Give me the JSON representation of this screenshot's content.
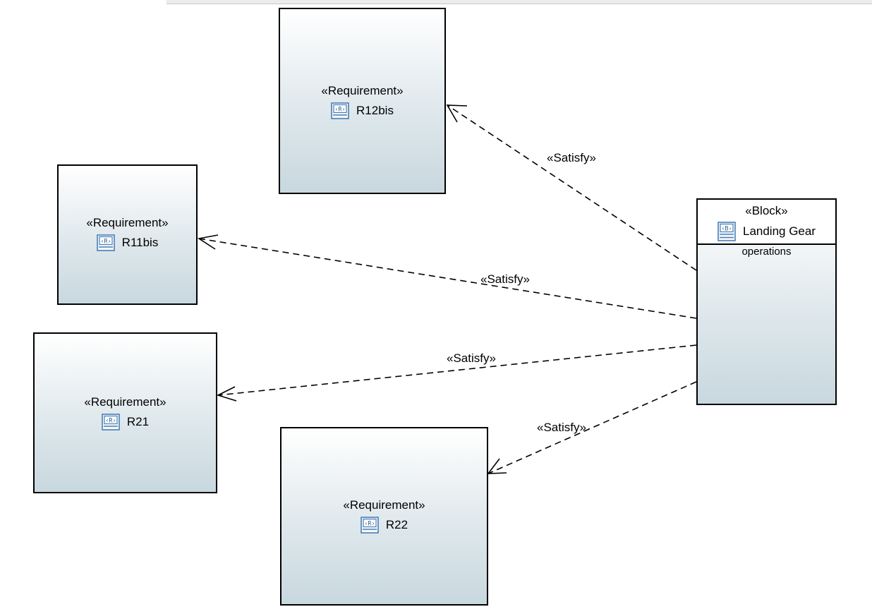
{
  "diagram": {
    "requirements": [
      {
        "id": "r12bis",
        "stereotype": "«Requirement»",
        "name": "R12bis",
        "icon": "requirement-icon"
      },
      {
        "id": "r11bis",
        "stereotype": "«Requirement»",
        "name": "R11bis",
        "icon": "requirement-icon"
      },
      {
        "id": "r21",
        "stereotype": "«Requirement»",
        "name": "R21",
        "icon": "requirement-icon"
      },
      {
        "id": "r22",
        "stereotype": "«Requirement»",
        "name": "R22",
        "icon": "requirement-icon"
      }
    ],
    "block": {
      "stereotype": "«Block»",
      "name": "Landing Gear",
      "icon": "block-icon",
      "compartment": "operations"
    },
    "relations": [
      {
        "label": "«Satisfy»",
        "from": "Landing Gear",
        "to": "R12bis",
        "style": "dashed-open-arrow"
      },
      {
        "label": "«Satisfy»",
        "from": "Landing Gear",
        "to": "R11bis",
        "style": "dashed-open-arrow"
      },
      {
        "label": "«Satisfy»",
        "from": "Landing Gear",
        "to": "R21",
        "style": "dashed-open-arrow"
      },
      {
        "label": "«Satisfy»",
        "from": "Landing Gear",
        "to": "R22",
        "style": "dashed-open-arrow"
      }
    ],
    "colors": {
      "border": "#000000",
      "gradient_top": "#ffffff",
      "gradient_bottom": "#c8d8df",
      "icon": "#4a7fb5"
    }
  }
}
